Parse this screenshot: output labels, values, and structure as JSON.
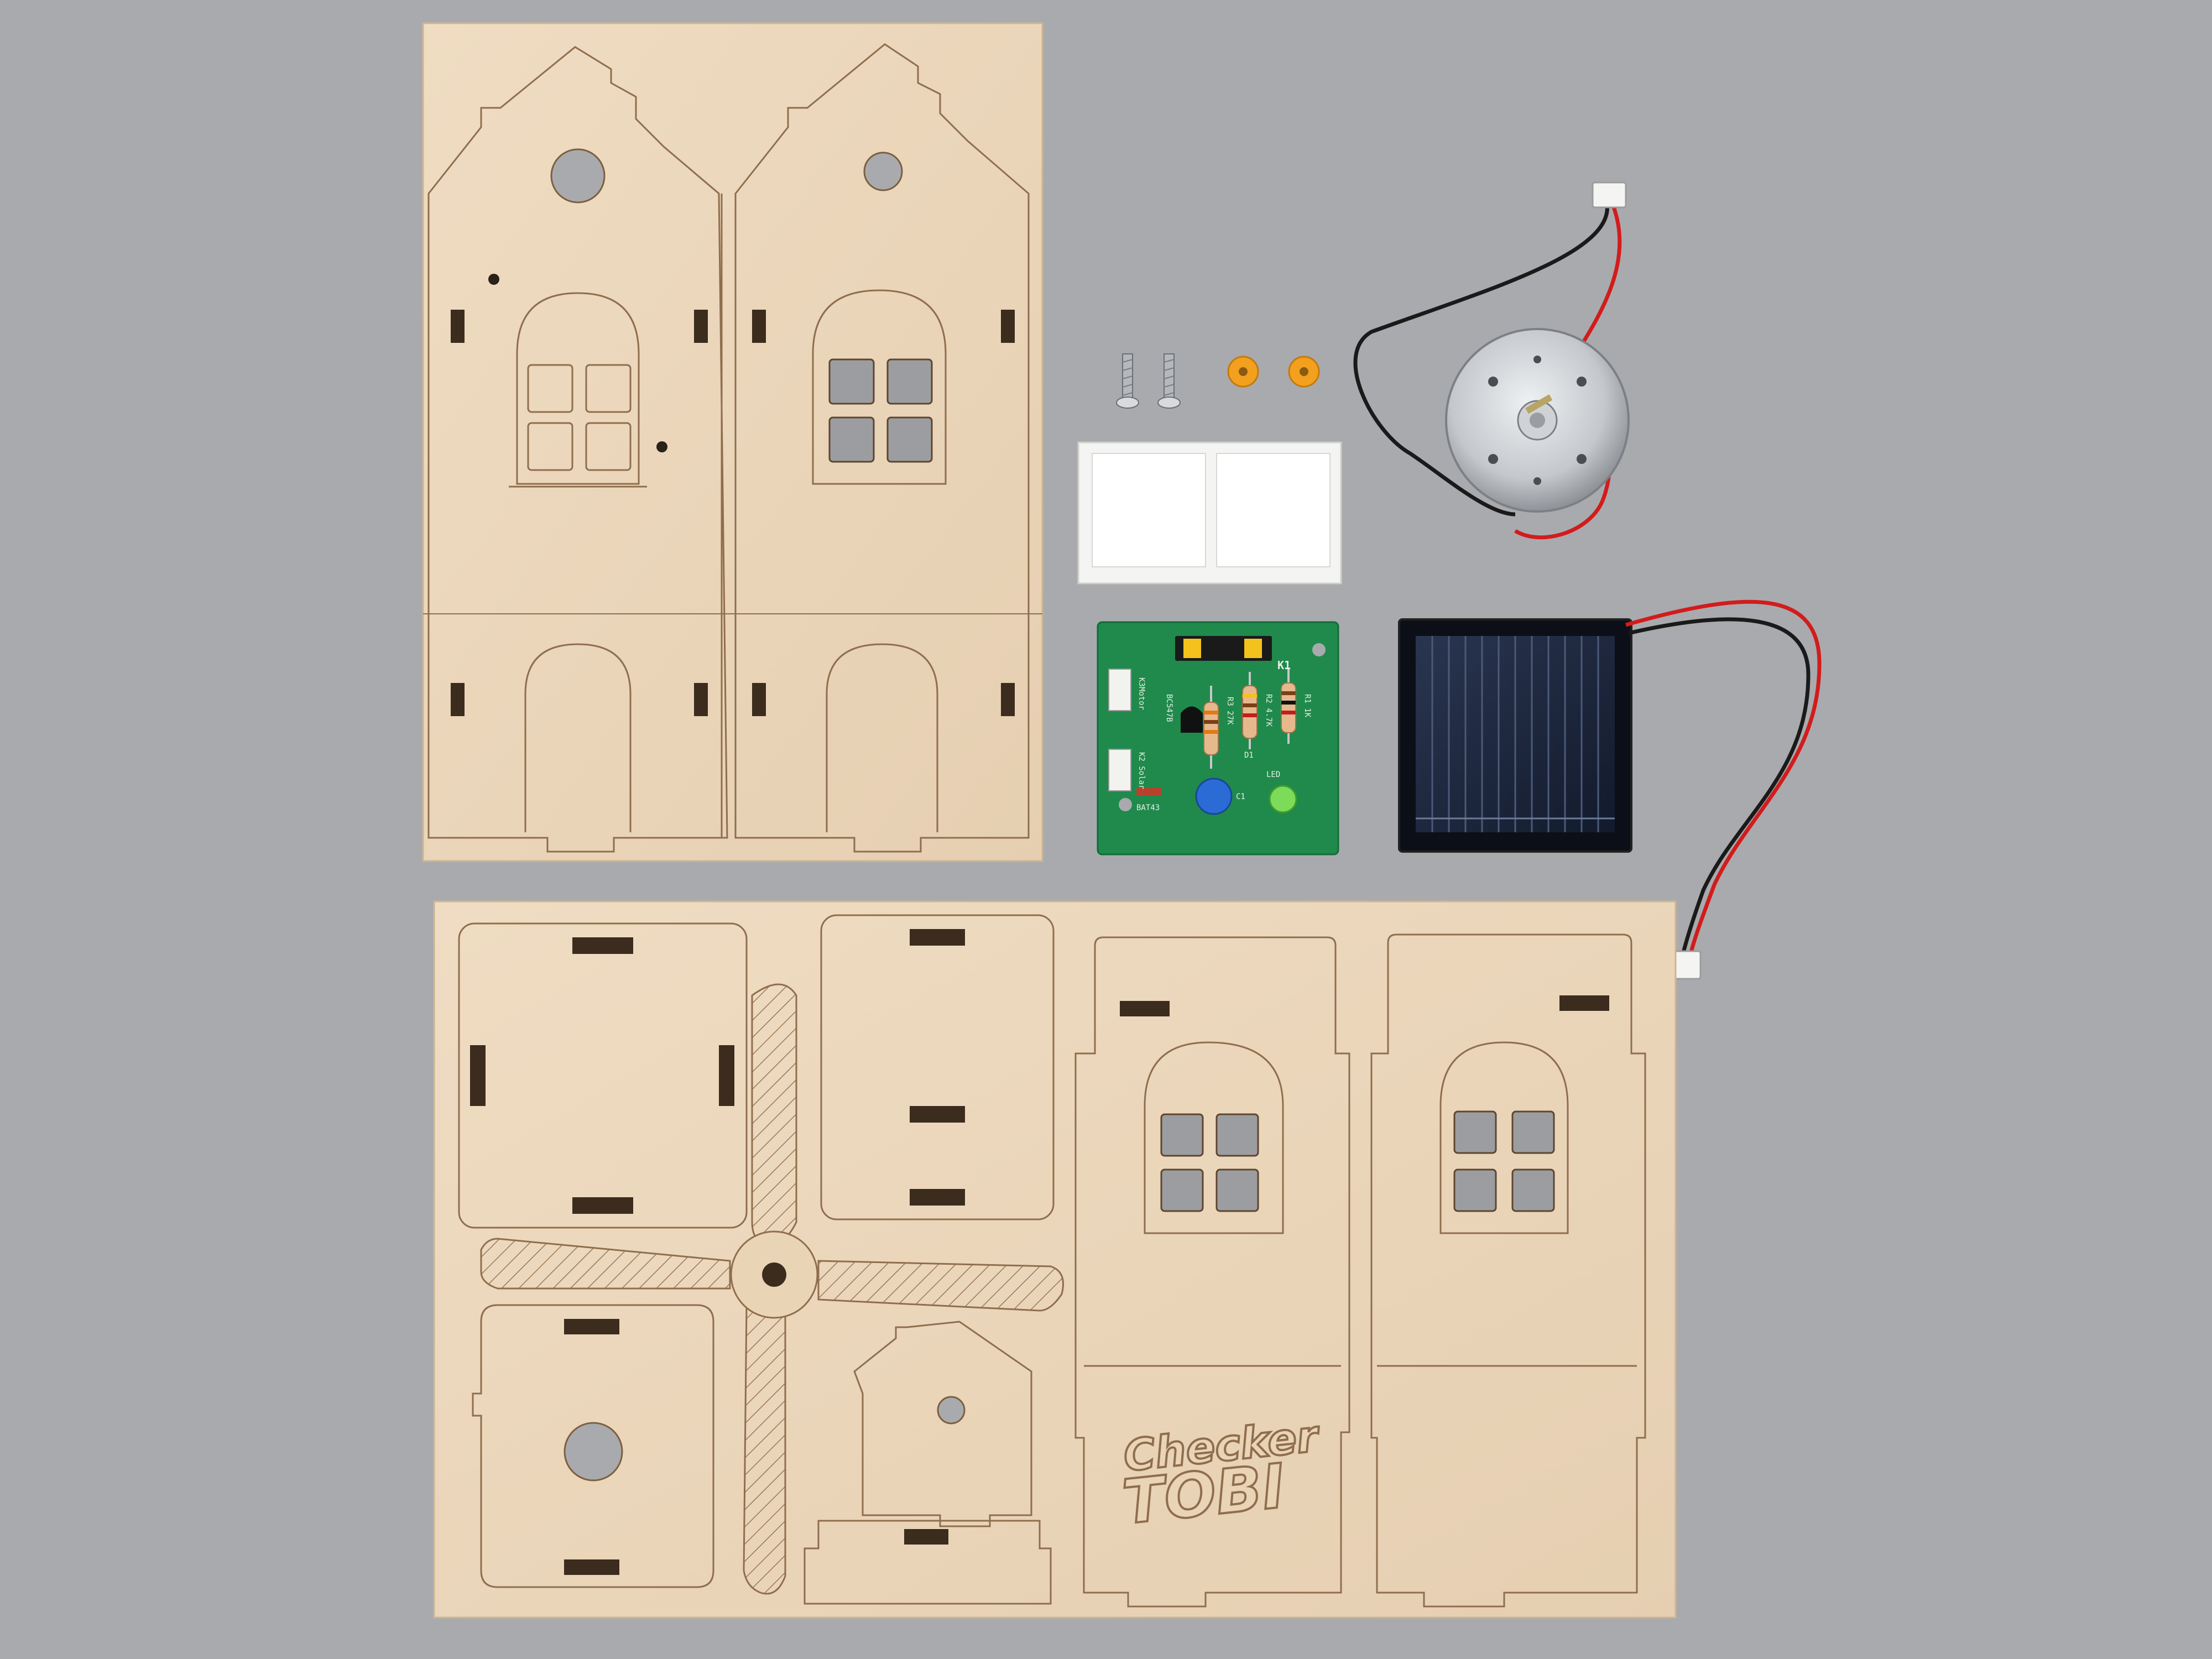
{
  "photo": {
    "background_color": "#a9aaad",
    "plywood_color": "#ecd7bb",
    "engrave_color": "#8f6e4d"
  },
  "engraved_logo": {
    "line1": "Checker",
    "line2": "TOBI"
  },
  "pcb": {
    "board_color": "#1f8a4c",
    "header_label": "K1",
    "labels": [
      "K3Motor",
      "K2 Solar",
      "BC547B",
      "R3 27K",
      "R2 4.7K",
      "R1 1K",
      "D1",
      "LED",
      "C1",
      "BAT43"
    ]
  }
}
